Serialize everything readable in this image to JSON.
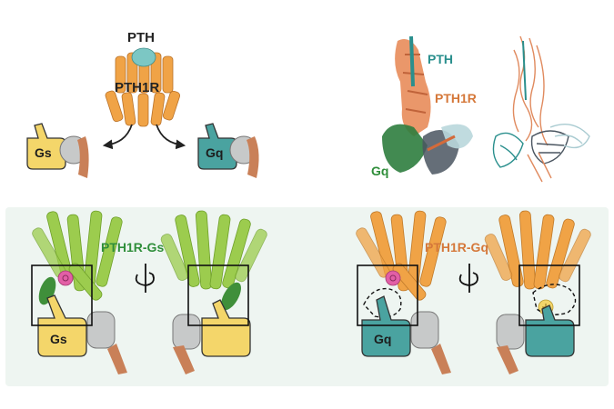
{
  "top_left": {
    "ligand_label": "PTH",
    "receptor_label": "PTH1R",
    "gs_label": "Gs",
    "gq_label": "Gq"
  },
  "top_right": {
    "pth_label": "PTH",
    "pth1r_label": "PTH1R",
    "gq_label": "Gq"
  },
  "bottom_left": {
    "complex_label": "PTH1R-Gs",
    "gs_label": "Gs"
  },
  "bottom_right": {
    "complex_label": "PTH1R-Gq",
    "gq_label": "Gq"
  },
  "colors": {
    "gs_yellow": "#f4d66a",
    "gq_teal": "#4aa3a0",
    "receptor_orange": "#f0a346",
    "ligand_teal": "#7cc7c4",
    "gs_green": "#9ccc4e",
    "dark_green": "#3f8f3a",
    "pink": "#e25fa6",
    "gray": "#c7c9c9",
    "brown": "#c98058",
    "panel_bg": "#eef5f1",
    "text_orange": "#d5783a",
    "text_teal": "#2a8f8d",
    "text_green": "#2f8e3a"
  }
}
